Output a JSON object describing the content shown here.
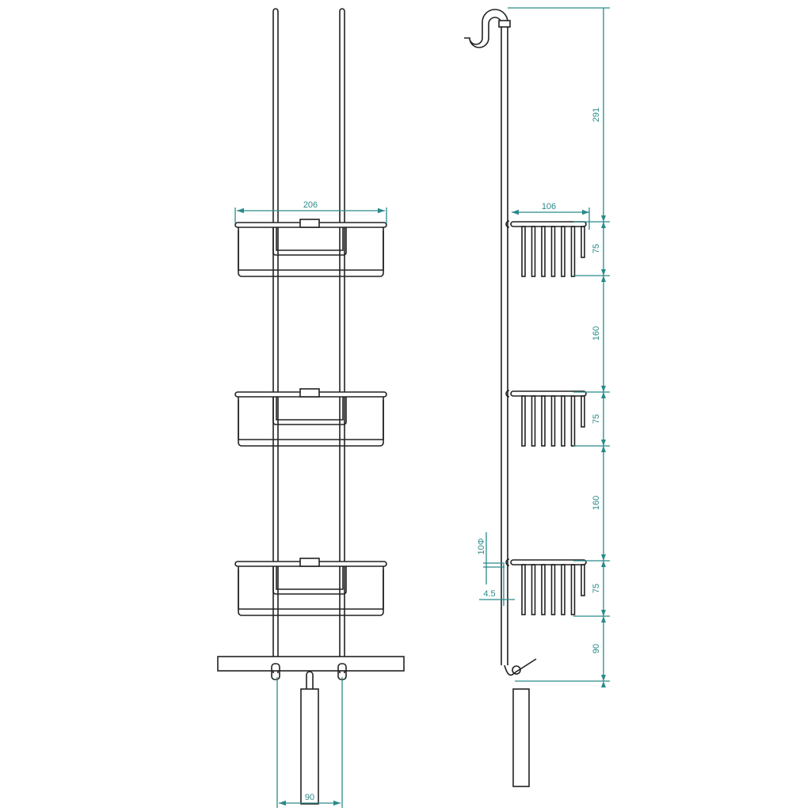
{
  "front_view": {
    "basket_width": "206",
    "rod_spacing": "90"
  },
  "side_view": {
    "top_to_basket": "291",
    "basket_depth": "106",
    "basket_height": [
      "75",
      "75",
      "75"
    ],
    "basket_spacing": [
      "160",
      "160"
    ],
    "bottom_to_hook": "90",
    "rod_diameter": "10Φ",
    "wall_offset": "4.5"
  },
  "colors": {
    "dimension": "#2a8a8a",
    "outline": "#222222"
  }
}
